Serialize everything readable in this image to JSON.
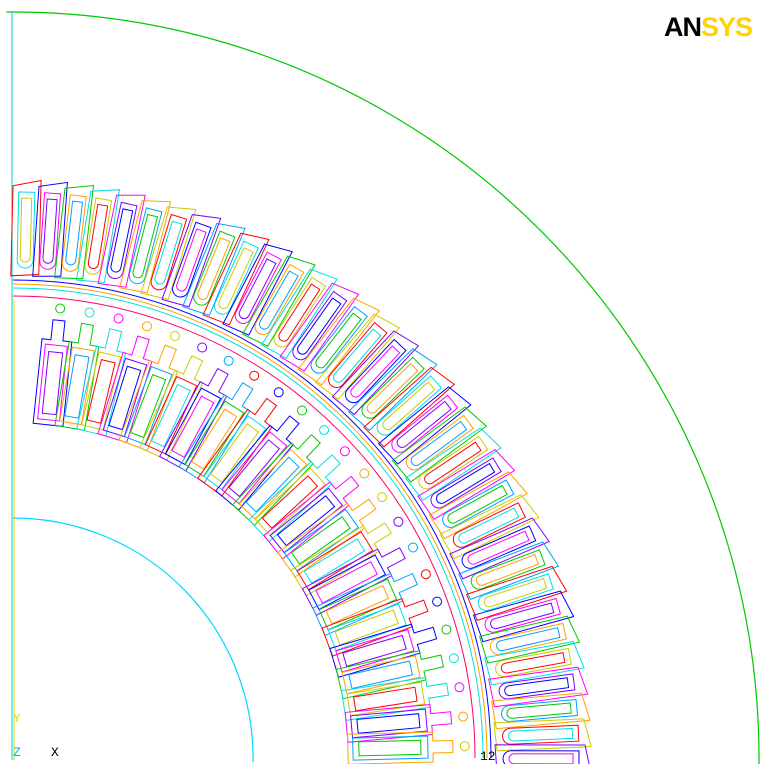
{
  "logo": {
    "part1": "AN",
    "part2": "SYS"
  },
  "triad": {
    "y_label": "Y",
    "z_label": "Z",
    "x_label": "X"
  },
  "bottom_number": "12",
  "colors": {
    "outline_palette": [
      "#ff0000",
      "#0000ff",
      "#00c800",
      "#00e0e0",
      "#ff00ff",
      "#ffa000",
      "#cccc00",
      "#8000ff",
      "#00a0ff"
    ],
    "stator_outer": "#00c800",
    "rotor_inner": "#00d8ff",
    "boundary": "#ff0066",
    "left_boundary": "#00cccc",
    "logo_an": "#000000",
    "logo_sys": "#ffd200"
  }
}
